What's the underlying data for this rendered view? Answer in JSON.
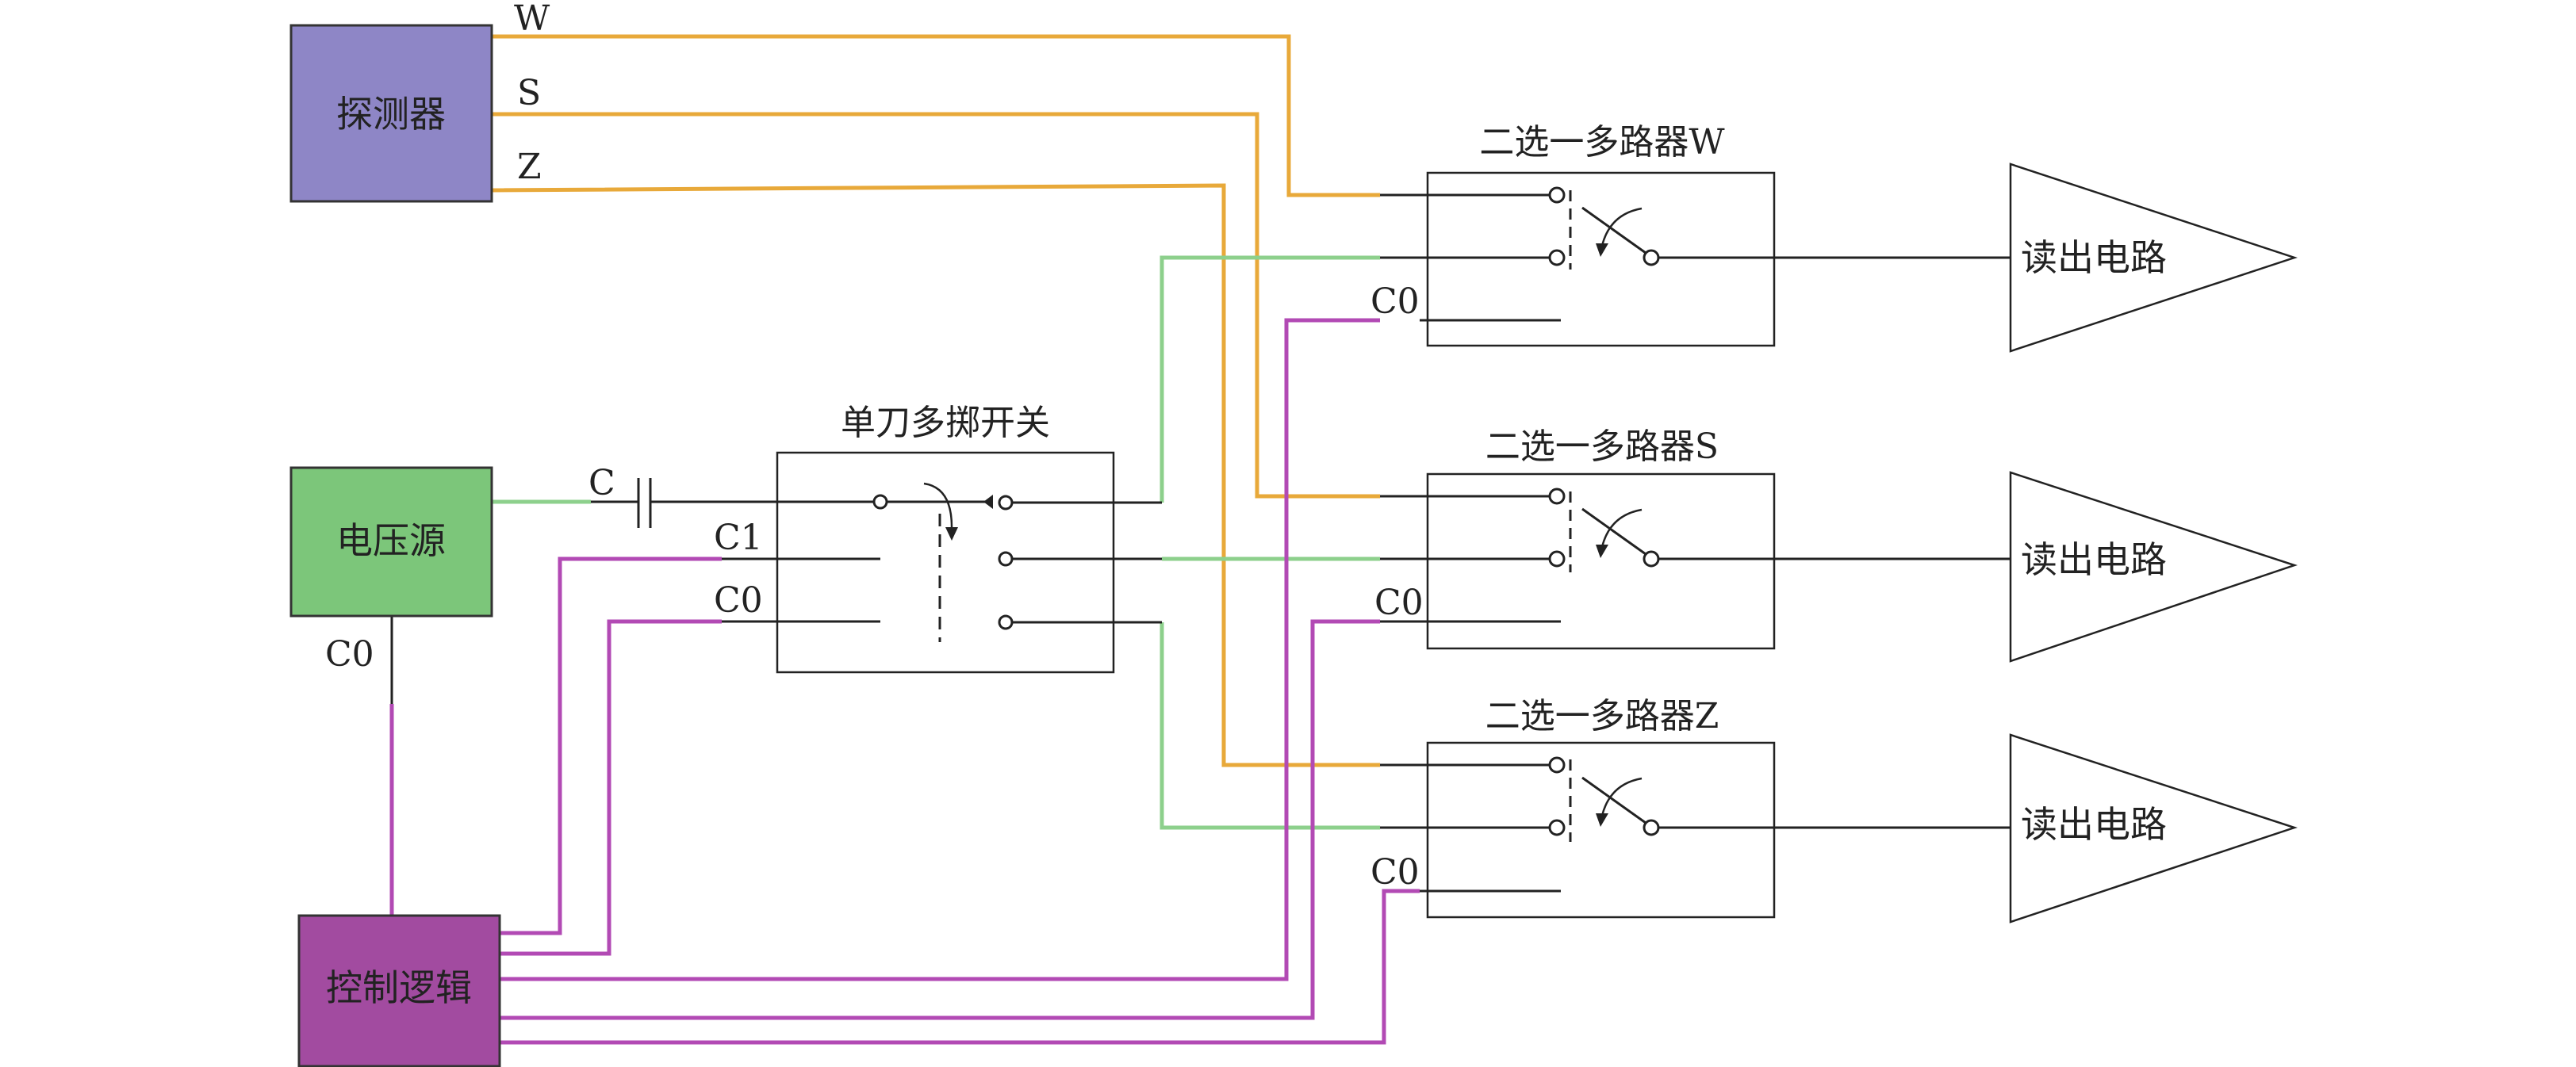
{
  "blocks": {
    "detector": {
      "label": "探测器",
      "color": "#8e86c6"
    },
    "voltage_source": {
      "label": "电压源",
      "color": "#7cc67a"
    },
    "control_logic": {
      "label": "控制逻辑",
      "color": "#a24ba0"
    }
  },
  "switch": {
    "title": "单刀多掷开关"
  },
  "muxes": [
    {
      "title": "二选一多路器W",
      "control_label": "C0"
    },
    {
      "title": "二选一多路器S",
      "control_label": "C0"
    },
    {
      "title": "二选一多路器Z",
      "control_label": "C0"
    }
  ],
  "readouts": [
    {
      "label": "读出电路"
    },
    {
      "label": "读出电路"
    },
    {
      "label": "读出电路"
    }
  ],
  "signal_labels": {
    "w": "W",
    "s": "S",
    "z": "Z",
    "capacitor": "C",
    "c1": "C1",
    "c0_switch": "C0",
    "c0_source": "C0"
  },
  "wire_colors": {
    "detector_signals": "#e8a93a",
    "voltage": "#8dd08c",
    "control": "#b24ab4",
    "plain": "#222222"
  }
}
